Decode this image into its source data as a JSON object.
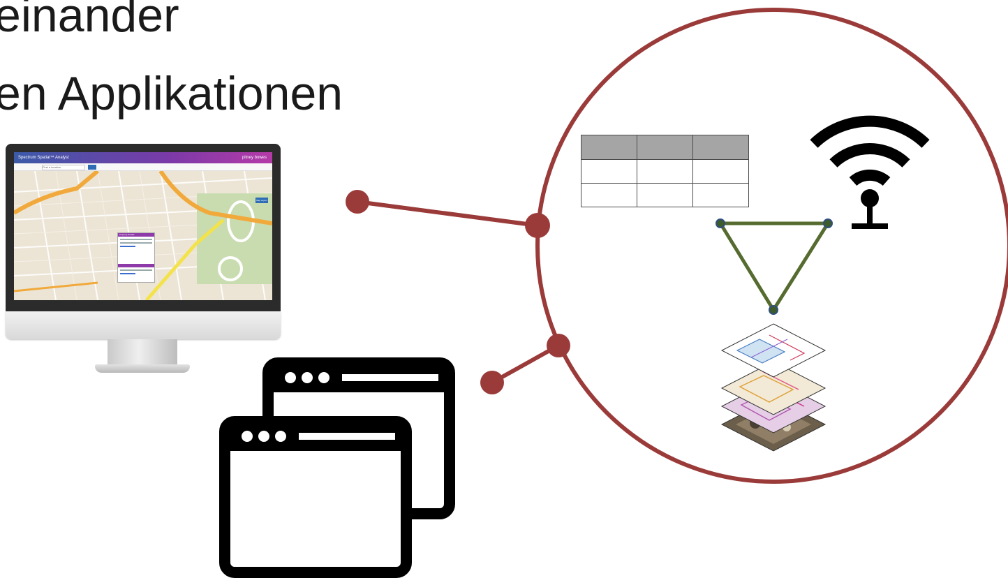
{
  "heading": {
    "line1": "einander",
    "line2": "en Applikationen"
  },
  "monitor_app": {
    "app_title": "Spectrum Spatial™ Analyst",
    "brand": "pitney bowes",
    "search_placeholder": "Find a location",
    "map_button": "Map Layers",
    "popup_title": "Property Details"
  },
  "colors": {
    "accent_circle": "#9a3b3a",
    "connector_dot": "#9a3b3a",
    "triangle": "#556b2f",
    "icon_black": "#000000",
    "table_header": "#a5a5a5"
  },
  "icons": {
    "wifi": "wifi-antenna-icon",
    "browser": "browser-window-icon",
    "layers": "map-layers-icon",
    "triangle": "network-triangle-icon"
  },
  "table": {
    "columns": 3,
    "body_rows": 2
  }
}
